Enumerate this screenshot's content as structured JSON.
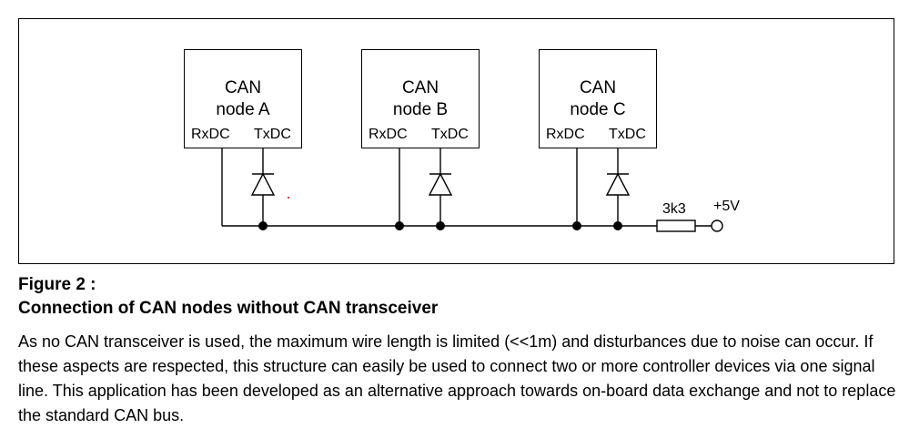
{
  "diagram": {
    "nodes": [
      {
        "line1": "CAN",
        "line2": "node A",
        "rx": "RxDC",
        "tx": "TxDC"
      },
      {
        "line1": "CAN",
        "line2": "node B",
        "rx": "RxDC",
        "tx": "TxDC"
      },
      {
        "line1": "CAN",
        "line2": "node C",
        "rx": "RxDC",
        "tx": "TxDC"
      }
    ],
    "resistor_label": "3k3",
    "supply_label": "+5V"
  },
  "caption": {
    "figure_label": "Figure 2 :",
    "title": "Connection of CAN nodes without CAN transceiver",
    "body": "As no CAN transceiver is used, the maximum wire length is limited (<<1m) and disturbances due to noise can occur. If these aspects are respected, this structure can easily be used to connect two or more controller devices via one signal line. This application has been developed as an alternative approach towards on-board data exchange and not to replace the standard CAN bus."
  }
}
